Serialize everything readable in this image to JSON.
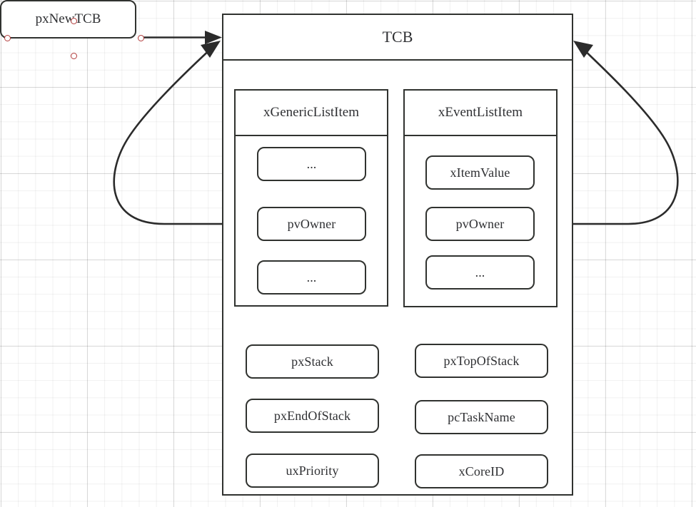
{
  "diagram": {
    "title": "TCB",
    "background": "grid",
    "line_color": "#2b2b2b",
    "handle_color": "#b23b3b",
    "text_color": "#2f3033"
  },
  "external_node": {
    "label": "pxNewTCB",
    "selected": true
  },
  "tcb": {
    "header_label": "TCB",
    "groups": [
      {
        "name": "generic-list-item",
        "header_label": "xGenericListItem",
        "fields": [
          {
            "label": "..."
          },
          {
            "label": "pvOwner"
          },
          {
            "label": "..."
          }
        ]
      },
      {
        "name": "event-list-item",
        "header_label": "xEventListItem",
        "fields": [
          {
            "label": "xItemValue"
          },
          {
            "label": "pvOwner"
          },
          {
            "label": "..."
          }
        ]
      }
    ],
    "member_rows": [
      {
        "left": "pxStack",
        "right": "pxTopOfStack"
      },
      {
        "left": "pxEndOfStack",
        "right": "pcTaskName"
      },
      {
        "left": "uxPriority",
        "right": "xCoreID"
      }
    ]
  },
  "edges": [
    {
      "name": "pxnewtcb-to-tcb",
      "from": "pxNewTCB",
      "to": "TCB",
      "arrow": true
    },
    {
      "name": "generic-pvowner-to-tcb",
      "from": "pvOwner (xGenericListItem)",
      "to": "TCB",
      "arrow": true
    },
    {
      "name": "event-pvowner-to-tcb",
      "from": "pvOwner (xEventListItem)",
      "to": "TCB",
      "arrow": true
    }
  ]
}
